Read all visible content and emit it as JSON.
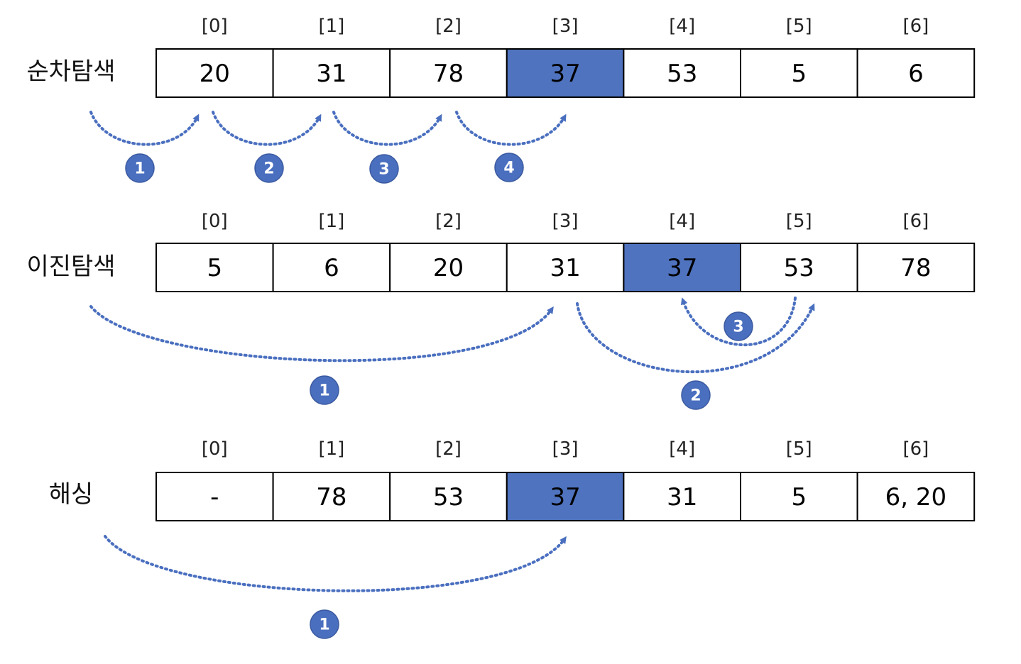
{
  "colors": {
    "highlight": "#4f73bf",
    "border": "#000000",
    "arrow": "#4a6fbf",
    "badge": "#4a6fbf",
    "badge_text": "#ffffff"
  },
  "indices": [
    "[0]",
    "[1]",
    "[2]",
    "[3]",
    "[4]",
    "[5]",
    "[6]"
  ],
  "rows": [
    {
      "label": "순차탐색",
      "cells": [
        "20",
        "31",
        "78",
        "37",
        "53",
        "5",
        "6"
      ],
      "highlight_index": 3,
      "steps": [
        "1",
        "2",
        "3",
        "4"
      ]
    },
    {
      "label": "이진탐색",
      "cells": [
        "5",
        "6",
        "20",
        "31",
        "37",
        "53",
        "78"
      ],
      "highlight_index": 4,
      "steps": [
        "1",
        "2",
        "3"
      ]
    },
    {
      "label": "해싱",
      "cells": [
        "-",
        "78",
        "53",
        "37",
        "31",
        "5",
        "6, 20"
      ],
      "highlight_index": 3,
      "steps": [
        "1"
      ]
    }
  ]
}
